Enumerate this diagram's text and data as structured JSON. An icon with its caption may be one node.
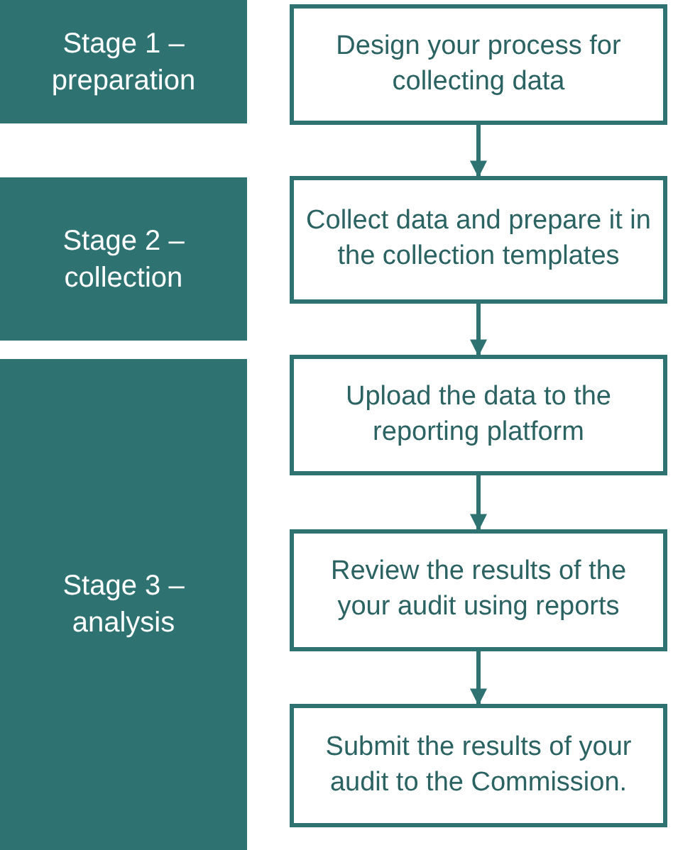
{
  "diagram": {
    "nodes": [
      {
        "text": [
          "Stage 1 – preparation"
        ]
      },
      {
        "text": [
          "Design your process for collecting data"
        ]
      },
      {
        "text": [
          "Stage 2 – collection"
        ]
      },
      {
        "text": [
          "Collect data and prepare it in the collection templates"
        ]
      },
      {
        "text": [
          "Stage 3 – analysis"
        ]
      },
      {
        "text": [
          "Upload the data to the reporting platform"
        ]
      },
      {
        "text": [
          "Review the results of the your audit using reports"
        ]
      },
      {
        "text": [
          "Submit the results of your audit to the Commission."
        ]
      }
    ],
    "edges": [
      {
        "from": 1,
        "to": 3,
        "arrow": "to"
      },
      {
        "from": 3,
        "to": 5,
        "arrow": "to"
      },
      {
        "from": 5,
        "to": 6,
        "arrow": "to"
      },
      {
        "from": 6,
        "to": 7,
        "arrow": "to"
      }
    ]
  }
}
